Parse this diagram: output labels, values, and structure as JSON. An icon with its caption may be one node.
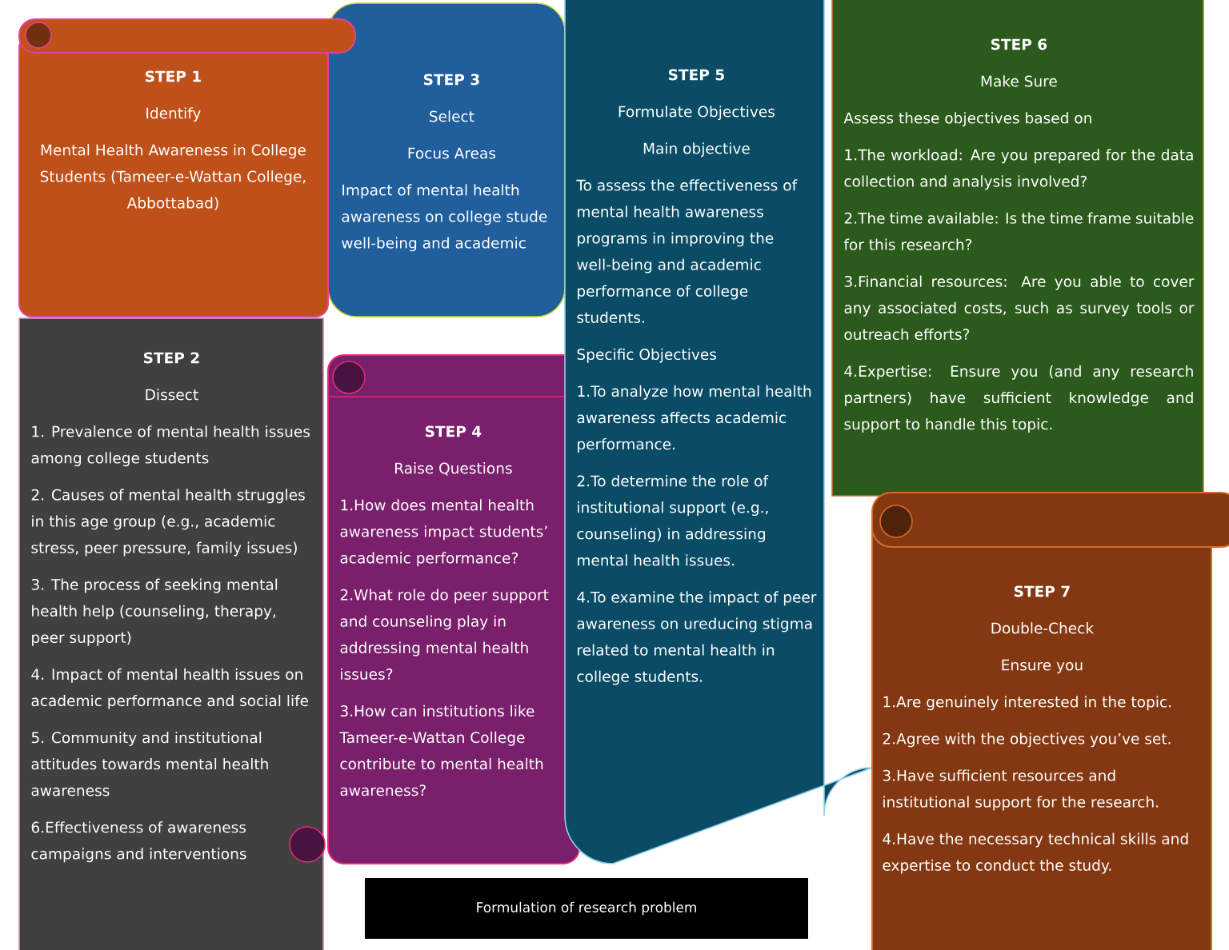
{
  "diagram": {
    "nodes": [
      {
        "text": [
          "STEP 1",
          "Identify",
          "Mental Health Awareness in College Students (Tameer-e-Wattan College, Abbottabad)"
        ]
      },
      {
        "text": [
          "STEP 2",
          "Dissect",
          "1. Prevalence of mental health issues among college students",
          "2. Causes of mental health struggles in this age group (e.g., academic stress, peer pressure, family issues)",
          "3. The process of seeking mental health help (counseling, therapy, peer support)",
          "4. Impact of mental health issues on academic performance and social life",
          "5. Community and institutional attitudes towards mental health awareness",
          "6.Effectiveness of awareness campaigns and interventions"
        ]
      },
      {
        "text": [
          "STEP 3",
          "Select",
          "Focus  Areas",
          "Impact of mental health awareness on college stude well-being and academic"
        ]
      },
      {
        "text": [
          "STEP 4",
          "Raise Questions",
          "1.How does mental health awareness impact students’ academic performance?",
          "2.What role do peer support and counseling play in addressing mental health issues?",
          "3.How can institutions like Tameer-e-Wattan College contribute to mental health awareness?"
        ]
      },
      {
        "text": [
          "STEP 5",
          "Formulate Objectives",
          "Main objective",
          "To assess the effectiveness of mental health awareness programs in improving the well-being and academic performance of college students.",
          "Specific Objectives",
          "1.To analyze how mental health awareness affects academic performance.",
          "2.To determine the role of institutional support (e.g., counseling) in addressing mental health issues.",
          "4.To examine the impact of peer awareness on ureducing stigma related to mental health in college students."
        ]
      },
      {
        "text": [
          "STEP 6",
          "Make Sure",
          "Assess these objectives based on",
          "1.The workload: Are you prepared for the data collection and analysis involved?",
          "2.The time available: Is the time frame suitable for this research?",
          "3.Financial resources: Are you able to cover any associated costs, such as survey tools or outreach efforts?",
          "4.Expertise: Ensure you (and any research partners) have sufficient knowledge and support to handle this topic."
        ]
      },
      {
        "text": [
          "STEP 7",
          "Double-Check",
          "Ensure you",
          "1.Are genuinely interested in the topic.",
          "2.Agree with the objectives you’ve set.",
          "3.Have sufficient resources and institutional support for the research.",
          "4.Have the necessary technical skills and expertise to conduct the study."
        ]
      },
      {
        "text": [
          "Formulation of research problem"
        ]
      }
    ]
  }
}
